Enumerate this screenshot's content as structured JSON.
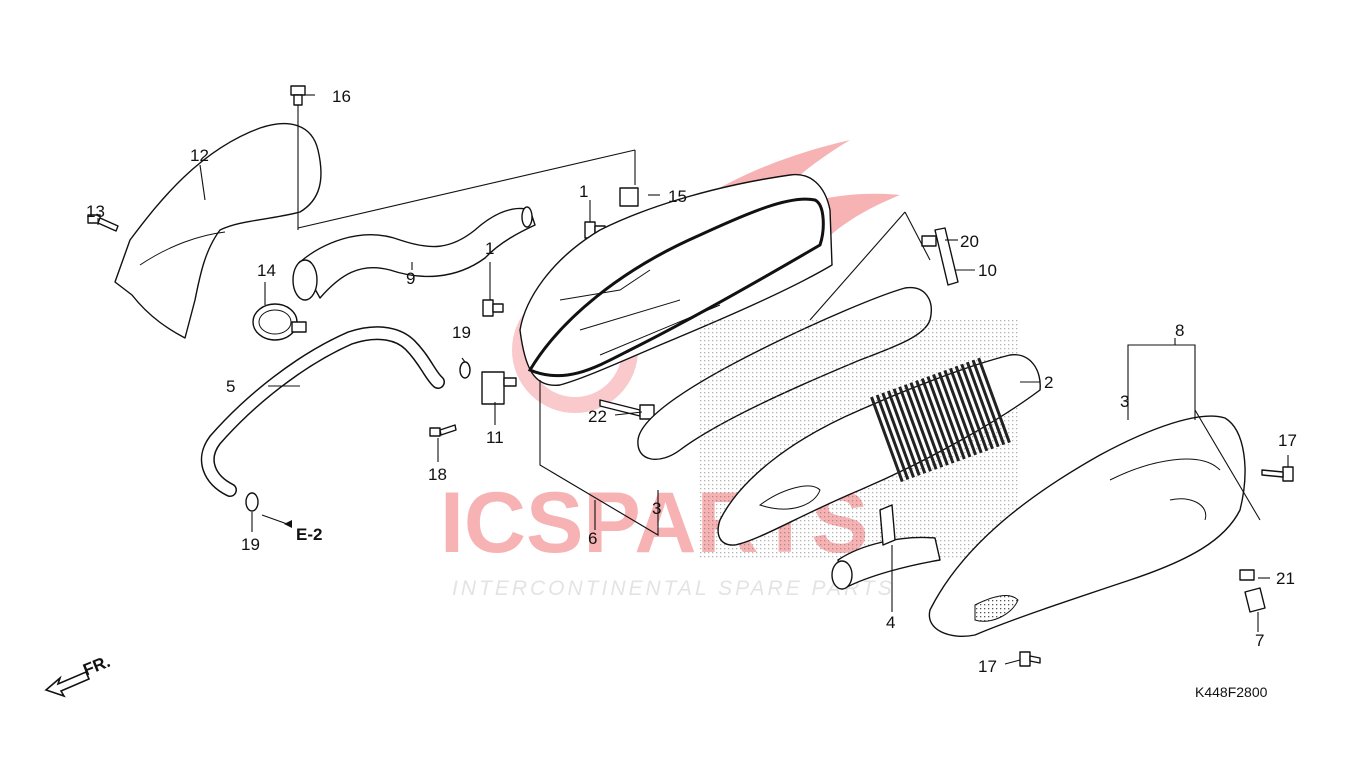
{
  "diagram_code": "K448F2800",
  "reference_label": "E-2",
  "direction_label": "FR.",
  "watermark": {
    "brand": "ICSPARTS",
    "tagline": "INTERCONTINENTAL SPARE PARTS",
    "accent_color": "#e8242a",
    "neutral_color": "#c9c9c9"
  },
  "callouts": {
    "c1a": "1",
    "c1b": "1",
    "c2": "2",
    "c3a": "3",
    "c3b": "3",
    "c4": "4",
    "c5": "5",
    "c6": "6",
    "c7": "7",
    "c8": "8",
    "c9": "9",
    "c10": "10",
    "c11": "11",
    "c12": "12",
    "c13": "13",
    "c14": "14",
    "c15": "15",
    "c16": "16",
    "c17a": "17",
    "c17b": "17",
    "c18": "18",
    "c19a": "19",
    "c19b": "19",
    "c20": "20",
    "c21": "21",
    "c22": "22"
  }
}
